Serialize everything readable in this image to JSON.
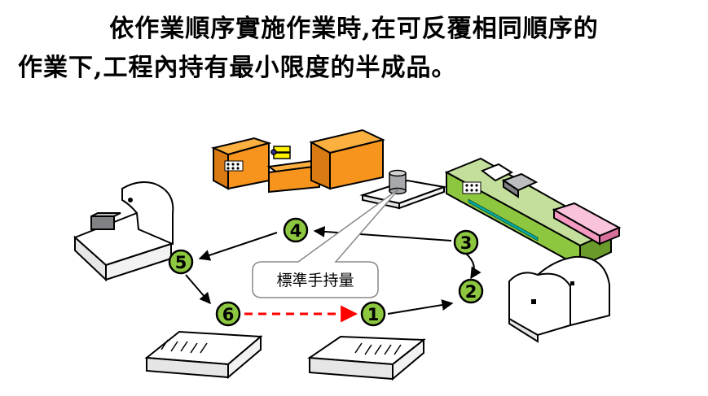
{
  "title": {
    "line1": "依作業順序實施作業時,在可反覆相同順序的",
    "line2": "作業下,工程內持有最小限度的半成品。"
  },
  "callout": {
    "label": "標準手持量"
  },
  "steps": [
    {
      "n": "1"
    },
    {
      "n": "2"
    },
    {
      "n": "3"
    },
    {
      "n": "4"
    },
    {
      "n": "5"
    },
    {
      "n": "6"
    }
  ],
  "colors": {
    "machine_orange": "#f7941d",
    "machine_green": "#8dc63f",
    "step_fill": "#8dc63f",
    "dashed_arrow": "#ff0000",
    "pink_block": "#f49ac1"
  }
}
